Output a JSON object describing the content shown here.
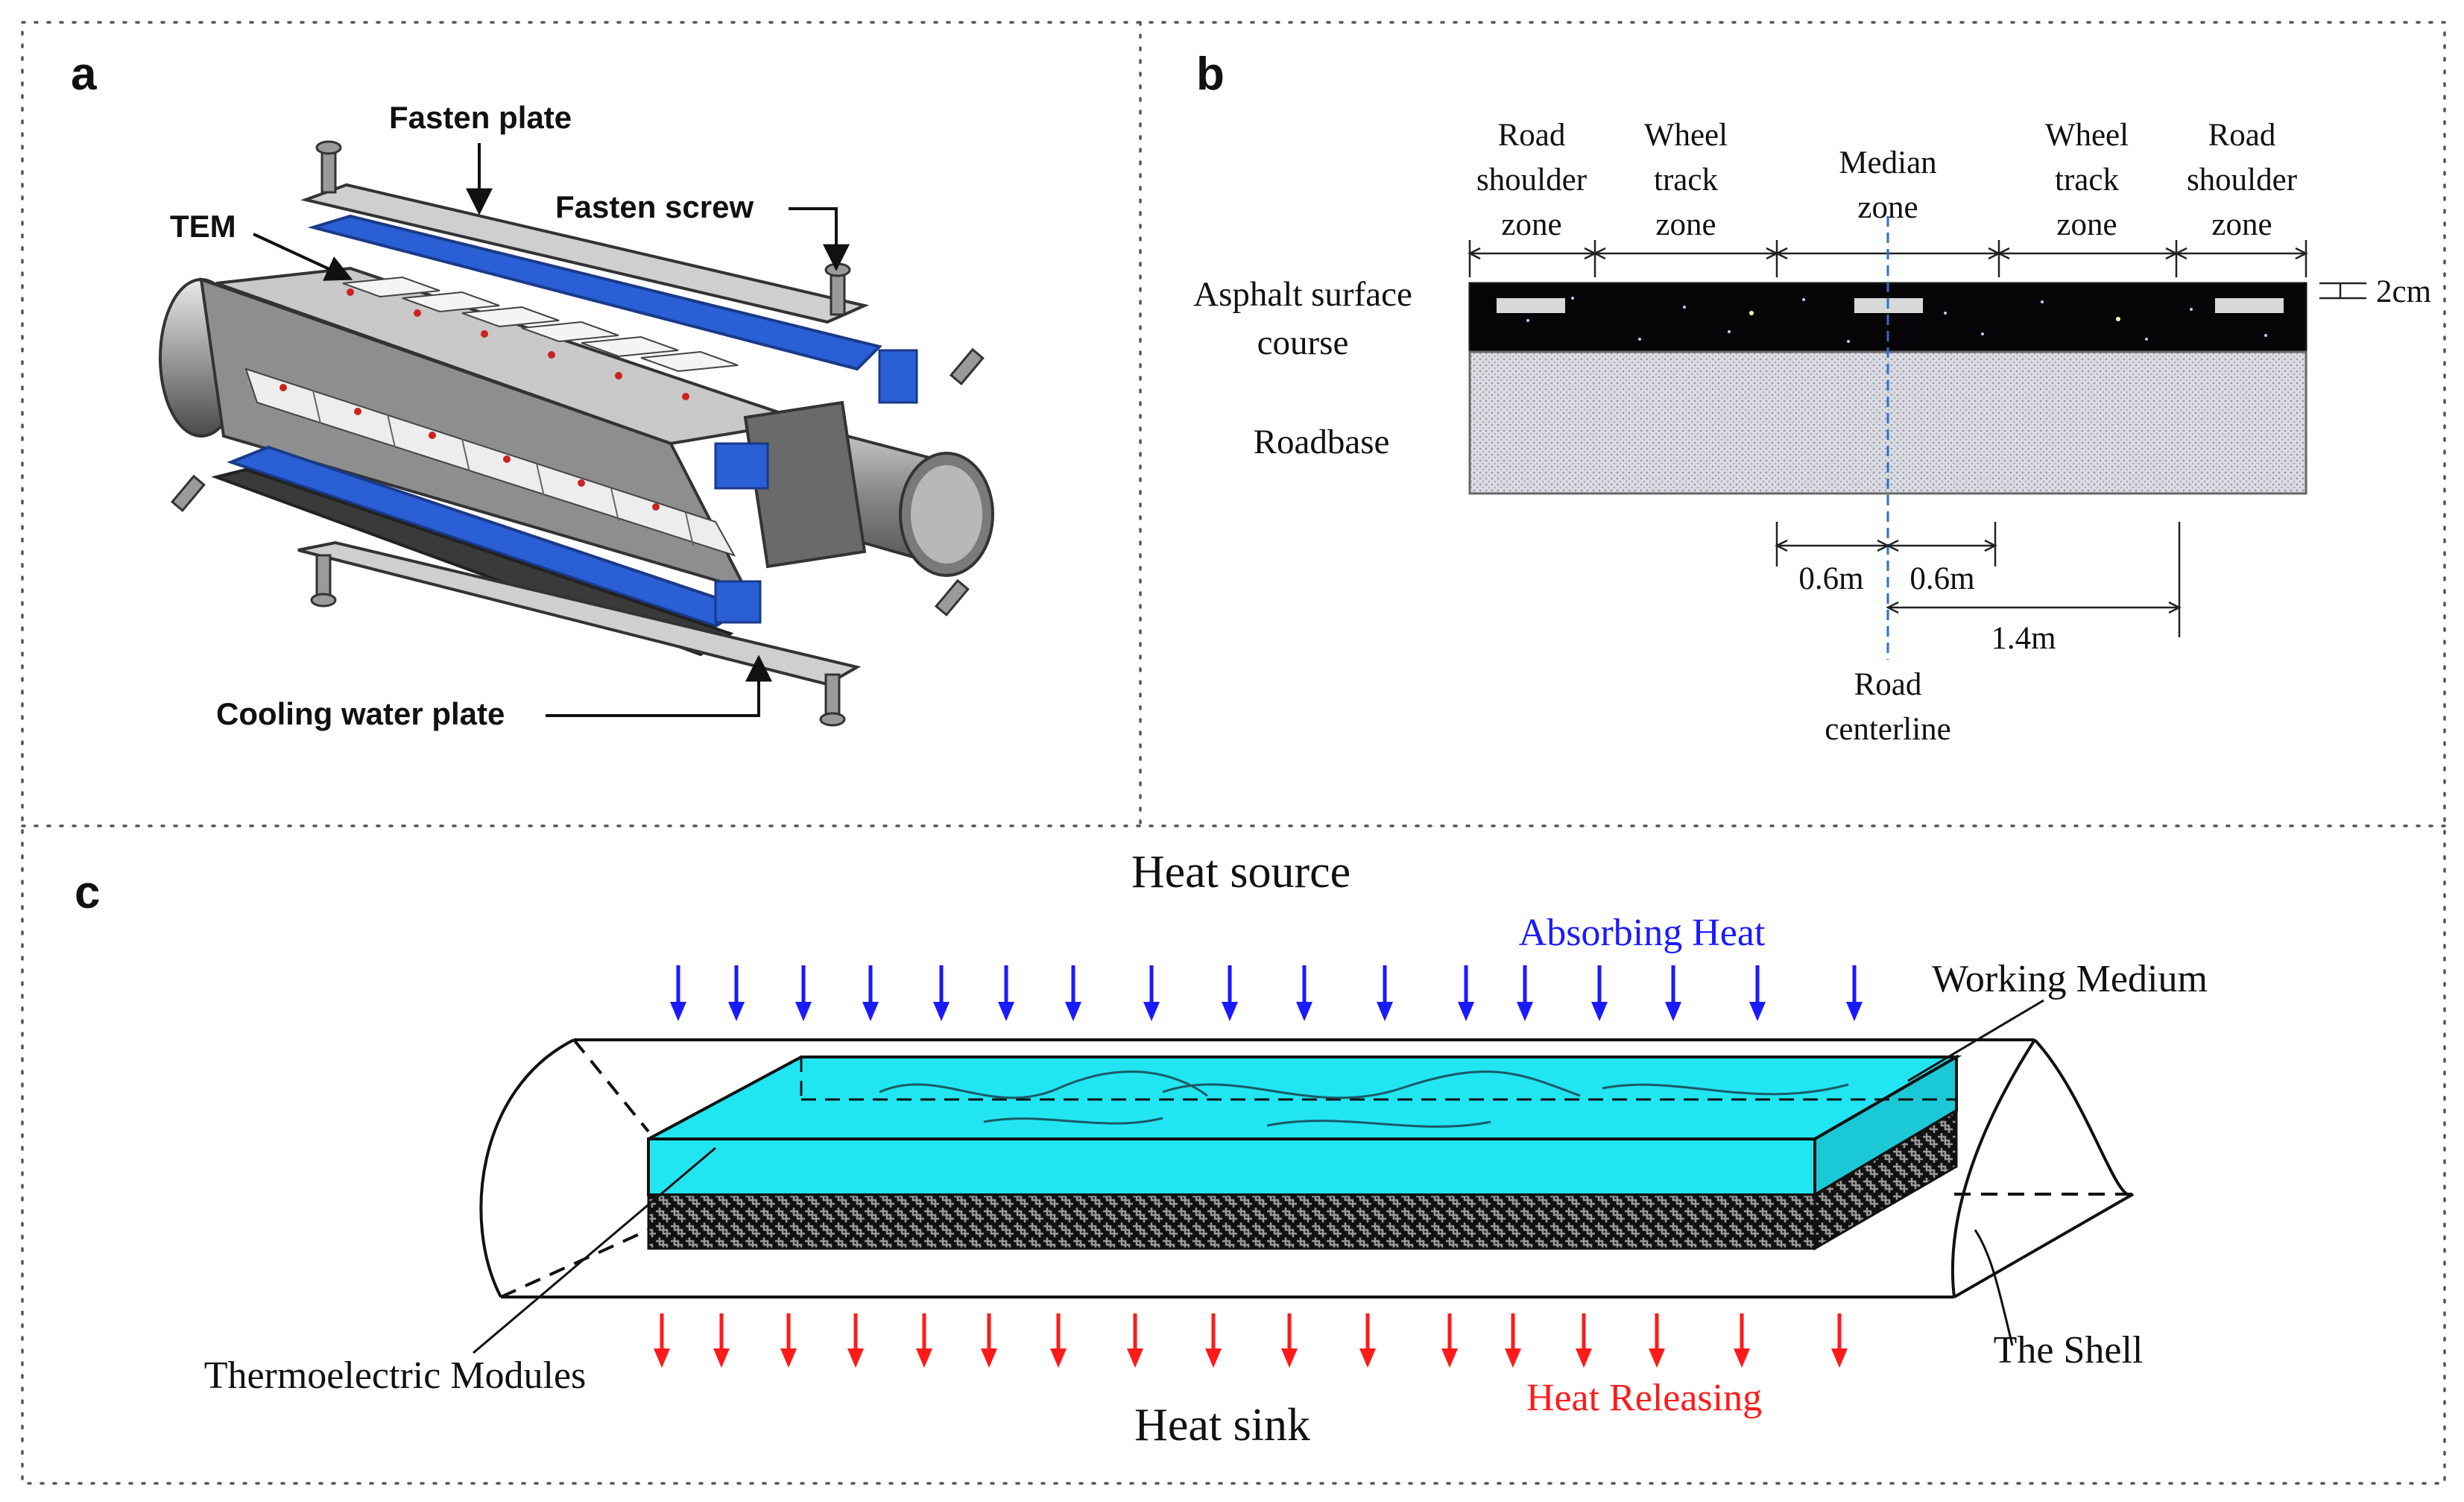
{
  "panel_a": {
    "label": "a",
    "fasten_plate": "Fasten plate",
    "fasten_screw": "Fasten screw",
    "tem": "TEM",
    "cooling_water_plate": "Cooling water plate"
  },
  "panel_b": {
    "label": "b",
    "zones": [
      {
        "line1": "Road",
        "line2": "shoulder",
        "line3": "zone"
      },
      {
        "line1": "Wheel",
        "line2": "track",
        "line3": "zone"
      },
      {
        "line1": "Median",
        "line2": "zone",
        "line3": ""
      },
      {
        "line1": "Wheel",
        "line2": "track",
        "line3": "zone"
      },
      {
        "line1": "Road",
        "line2": "shoulder",
        "line3": "zone"
      }
    ],
    "asphalt_line1": "Asphalt surface",
    "asphalt_line2": "course",
    "roadbase": "Roadbase",
    "thickness": "2cm",
    "dim_left": "0.6m",
    "dim_right": "0.6m",
    "dim_long": "1.4m",
    "centerline_line1": "Road",
    "centerline_line2": "centerline"
  },
  "panel_c": {
    "label": "c",
    "heat_source": "Heat source",
    "absorbing_heat": "Absorbing Heat",
    "working_medium": "Working Medium",
    "thermoelectric_modules": "Thermoelectric Modules",
    "the_shell": "The Shell",
    "heat_releasing": "Heat Releasing",
    "heat_sink": "Heat sink"
  },
  "colors": {
    "blue_arrow": "#1a1aff",
    "red_arrow": "#ff1a1a",
    "medium_cyan": "#22e5f2",
    "plate_blue": "#2a5fd6"
  }
}
